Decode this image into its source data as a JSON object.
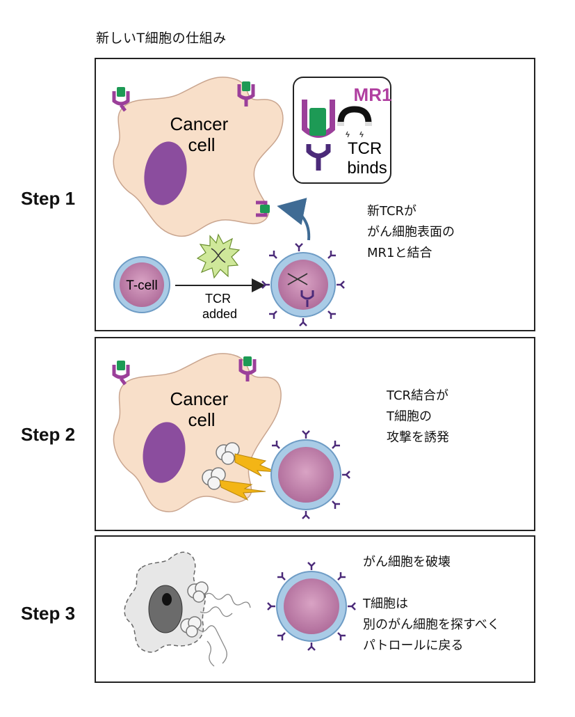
{
  "title": "新しいT細胞の仕組み",
  "steps": [
    {
      "label": "Step 1",
      "cancer_cell": "Cancer\ncell",
      "legend": {
        "receptor": "MR1",
        "binds": "TCR\nbinds"
      },
      "tcell_label": "T-cell",
      "arrow_label": "TCR\nadded",
      "caption": [
        "新TCRが",
        "がん細胞表面の",
        "MR1と結合"
      ]
    },
    {
      "label": "Step 2",
      "cancer_cell": "Cancer\ncell",
      "caption": [
        "TCR結合が",
        "T細胞の",
        "攻撃を誘発"
      ]
    },
    {
      "label": "Step 3",
      "caption": [
        "がん細胞を破壊",
        "",
        "T細胞は",
        "別のがん細胞を探すべく",
        "パトロールに戻る"
      ]
    }
  ],
  "colors": {
    "cancer_fill": "#f8dfc9",
    "nucleus": "#8b4d9e",
    "mr1": "#9b3f9a",
    "tcr": "#4b2a79",
    "tcr_green": "#1d9a55",
    "tcell_membrane": "#a9cbe6",
    "tcell_inner": "#c98ab0",
    "accent_text": "#b03fa0",
    "lightning": "#f3b516",
    "dead_cell": "#e7e7e7"
  }
}
